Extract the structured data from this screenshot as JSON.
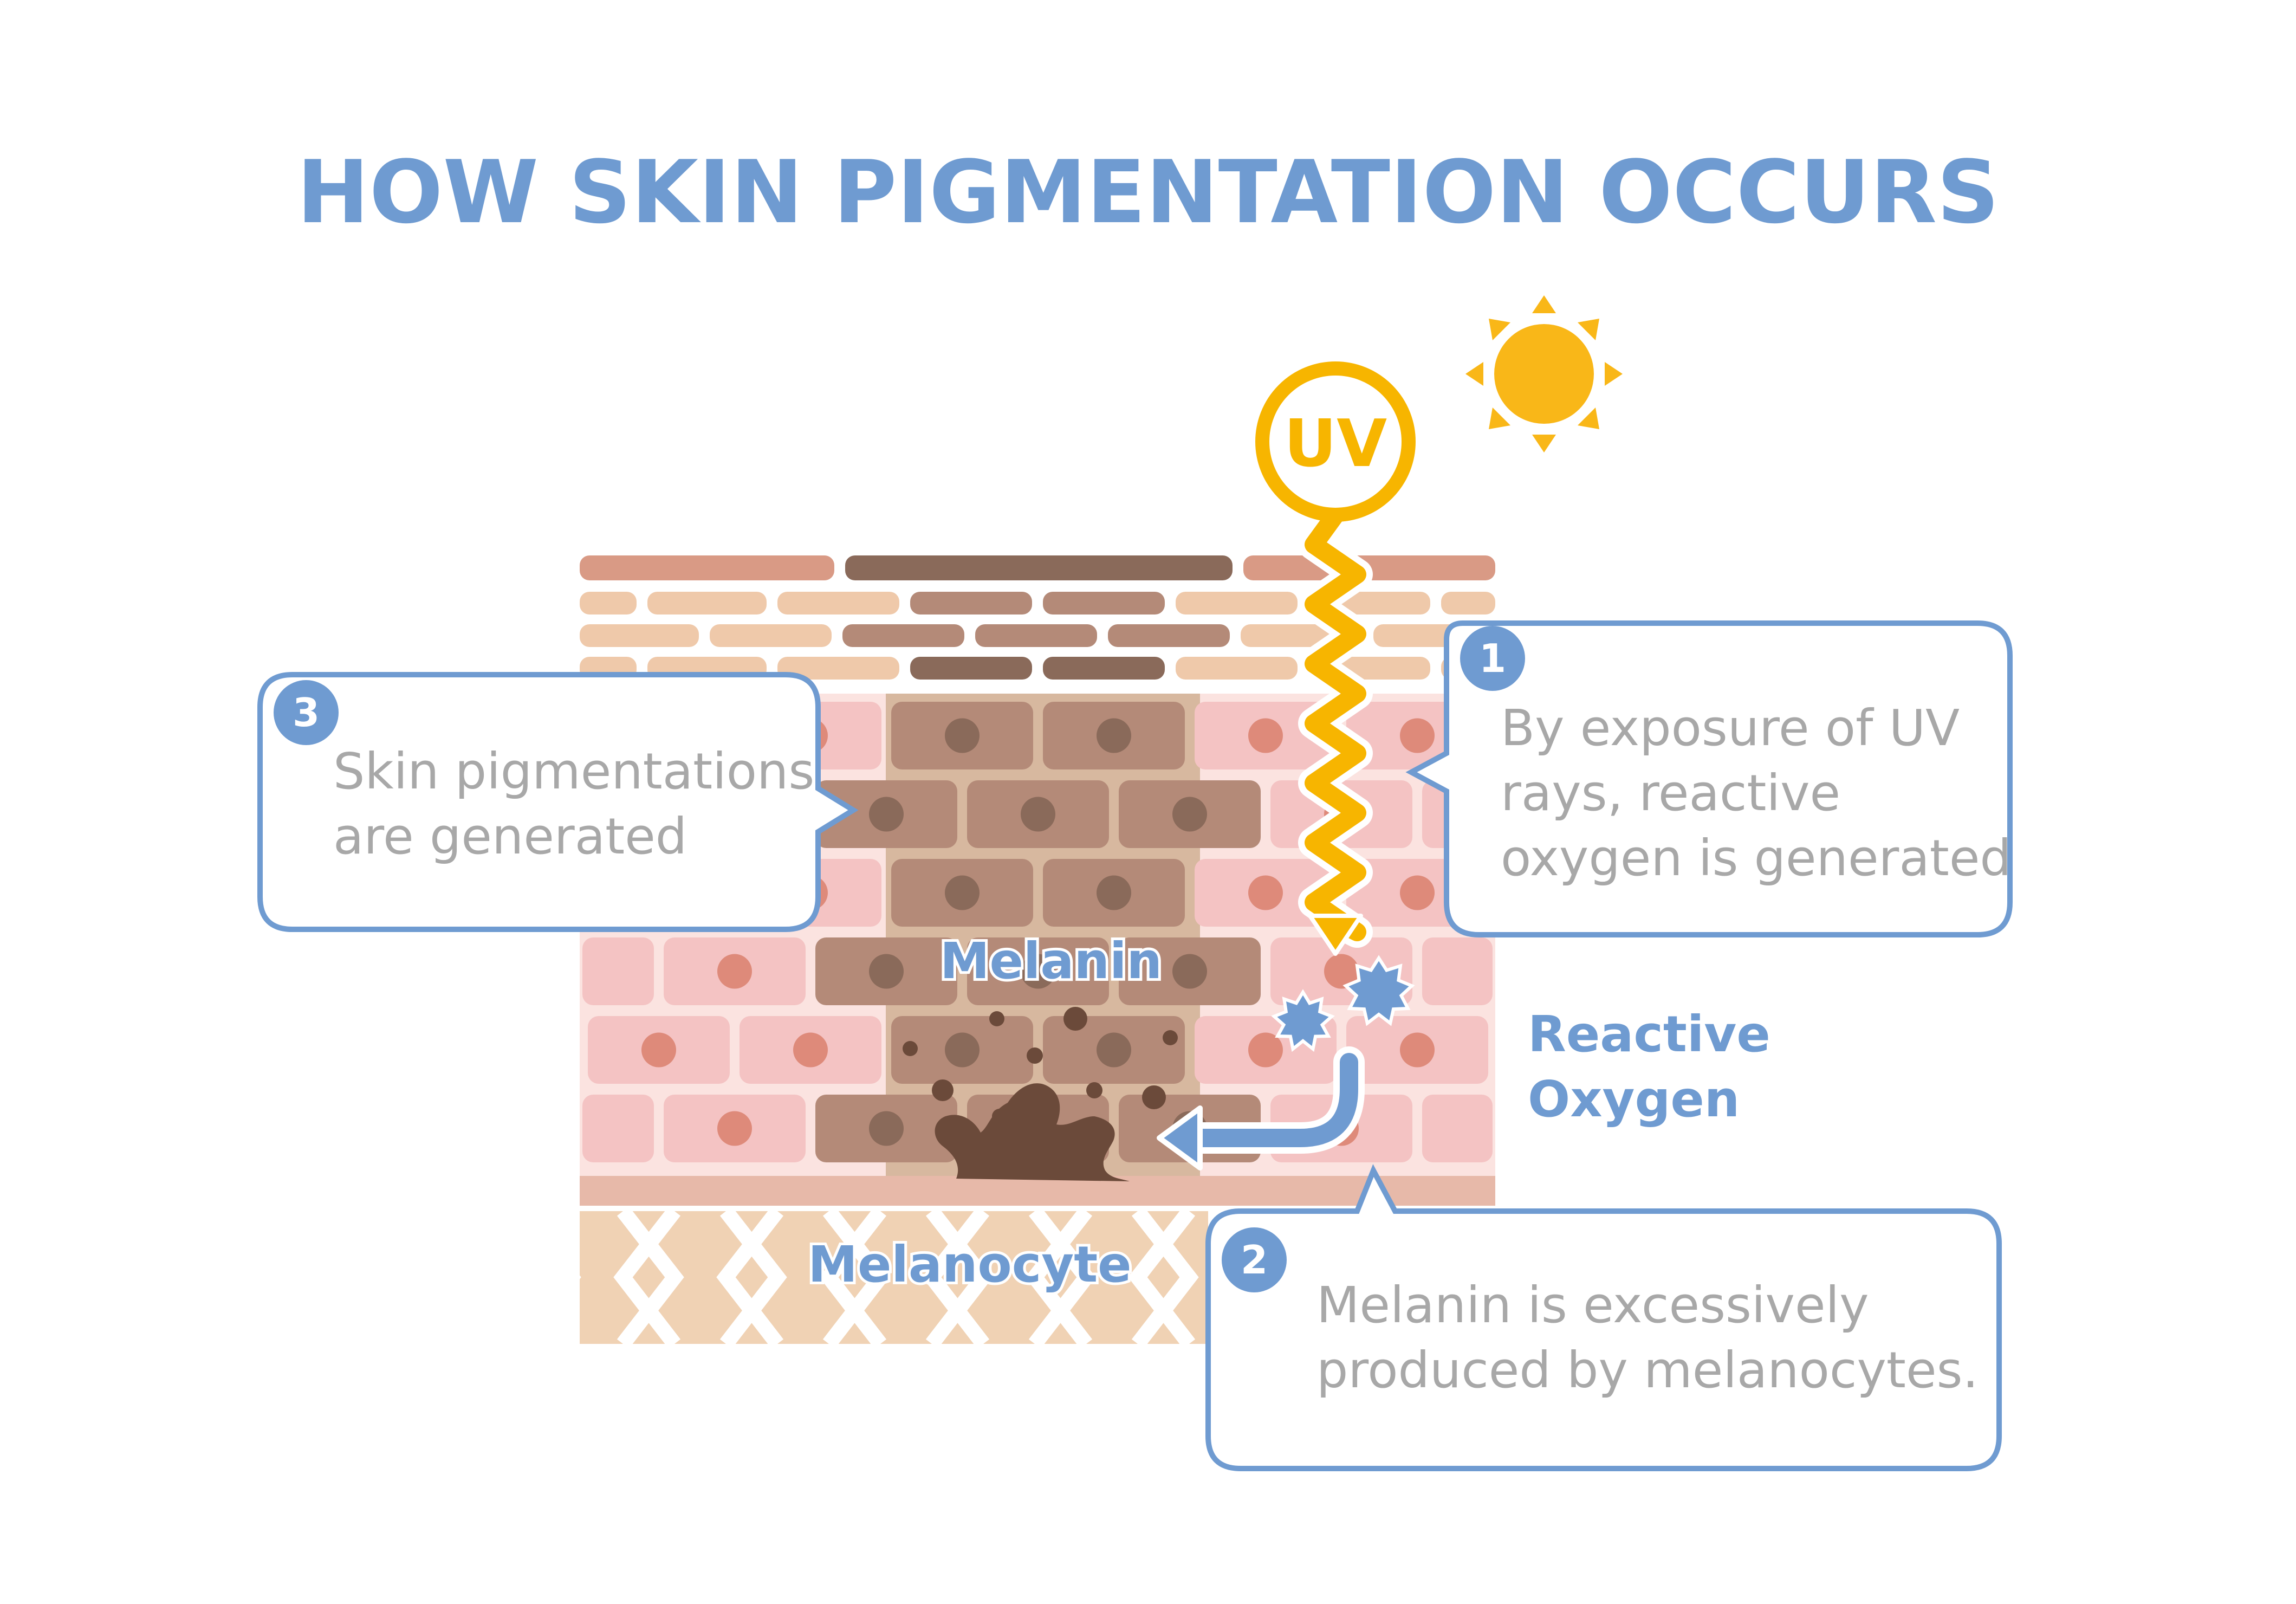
{
  "title": "HOW SKIN PIGMENTATION OCCURS",
  "uv_label": "UV",
  "labels": {
    "melanin": "Melanin",
    "melanocyte": "Melanocyte",
    "reactive_oxygen_line1": "Reactive",
    "reactive_oxygen_line2": "Oxygen"
  },
  "steps": [
    {
      "number": "1",
      "lines": [
        "By exposure of UV",
        "rays, reactive",
        "oxygen is generated"
      ]
    },
    {
      "number": "2",
      "lines": [
        "Melanin is excessively",
        "produced by melanocytes."
      ]
    },
    {
      "number": "3",
      "lines": [
        "Skin pigmentations",
        "are generated"
      ]
    }
  ],
  "colors": {
    "title_blue": "#6f9bd1",
    "label_blue": "#6f9bd1",
    "callout_text_gray": "#a8a8a8",
    "sun_yellow": "#f9b718",
    "uv_orange": "#f7b500",
    "melanin_brown": "#6b4a3a",
    "cell_pink": "#f4c3c3",
    "nucleus": "#de8a7a",
    "brown_cell": "#b48a78",
    "dermis": "#f0d2b4"
  }
}
